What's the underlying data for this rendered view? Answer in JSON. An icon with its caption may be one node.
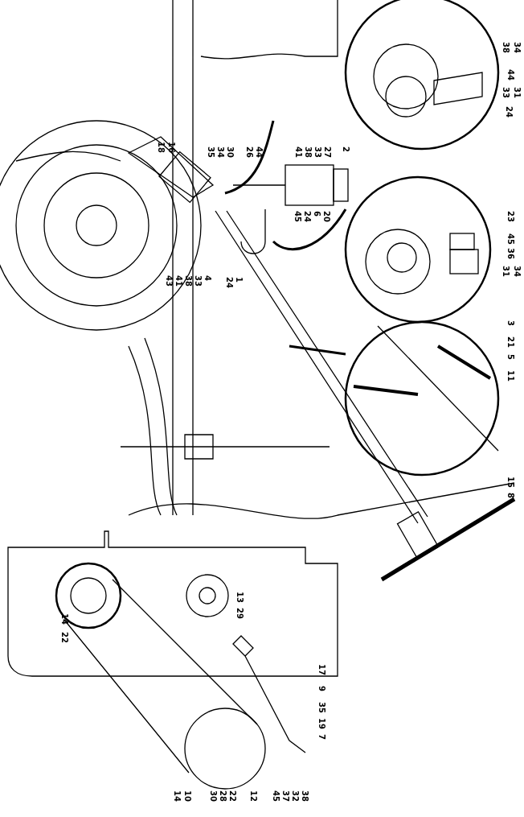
{
  "diagram": {
    "labels": [
      "18",
      "16",
      "35",
      "34",
      "30",
      "26",
      "44",
      "41",
      "38",
      "33",
      "27",
      "2",
      "45",
      "24",
      "6",
      "20",
      "43",
      "41",
      "38",
      "33",
      "4",
      "24",
      "1",
      "38",
      "34",
      "44",
      "33",
      "31",
      "24",
      "23",
      "45",
      "36",
      "31",
      "34",
      "3",
      "21",
      "5",
      "11",
      "15",
      "8",
      "13",
      "29",
      "14",
      "22",
      "17",
      "9",
      "35",
      "19",
      "7",
      "14",
      "10",
      "30",
      "28",
      "22",
      "12",
      "45",
      "37",
      "32",
      "38"
    ]
  }
}
